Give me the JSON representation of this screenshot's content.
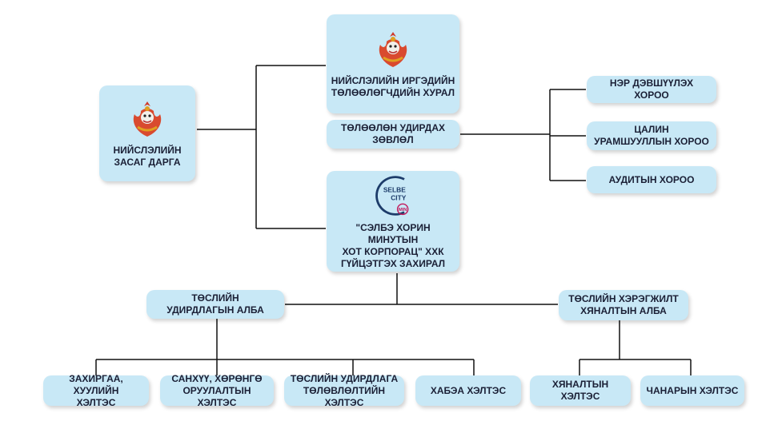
{
  "nodes": {
    "mayor": "НИЙСЛЭЛИЙН\nЗАСАГ ДАРГА",
    "council": "НИЙСЛЭЛИЙН ИРГЭДИЙН\nТӨЛӨӨЛӨГЧДИЙН ХУРАЛ",
    "board": "ТӨЛӨӨЛӨН УДИРДАХ\nЗӨВЛӨЛ",
    "nomination_committee": "НЭР ДЭВШҮҮЛЭХ\nХОРОО",
    "remuneration_committee": "ЦАЛИН\nУРАМШУУЛЛЫН ХОРОО",
    "audit_committee": "АУДИТЫН ХОРОО",
    "ceo": "\"СЭЛБЭ ХОРИН МИНУТЫН\nХОТ КОРПОРАЦ\" ХХК\nГҮЙЦЭТГЭХ ЗАХИРАЛ",
    "project_management_office": "ТӨСЛИЙН\nУДИРДЛАГЫН АЛБА",
    "project_monitoring_office": "ТӨСЛИЙН ХЭРЭГЖИЛТ\nХЯНАЛТЫН АЛБА",
    "admin_legal": "ЗАХИРГАА, ХУУЛИЙН\nХЭЛТЭС",
    "finance_investment": "САНХҮҮ, ХӨРӨНГӨ\nОРУУЛАЛТЫН ХЭЛТЭС",
    "project_planning": "ТӨСЛИЙН УДИРДЛАГА\nТӨЛӨВЛӨЛТИЙН ХЭЛТЭС",
    "hse": "ХАБЭА ХЭЛТЭС",
    "monitoring_division": "ХЯНАЛТЫН ХЭЛТЭС",
    "quality_division": "ЧАНАРЫН ХЭЛТЭС"
  },
  "logo": {
    "line1": "SELBE",
    "line2": "CITY",
    "badge": "MIN"
  },
  "colors": {
    "box_fill": "#c8e8f6",
    "text": "#1b2036",
    "connector": "#111111",
    "logo_ring": "#1d3c6a",
    "logo_accent": "#c2185b"
  }
}
